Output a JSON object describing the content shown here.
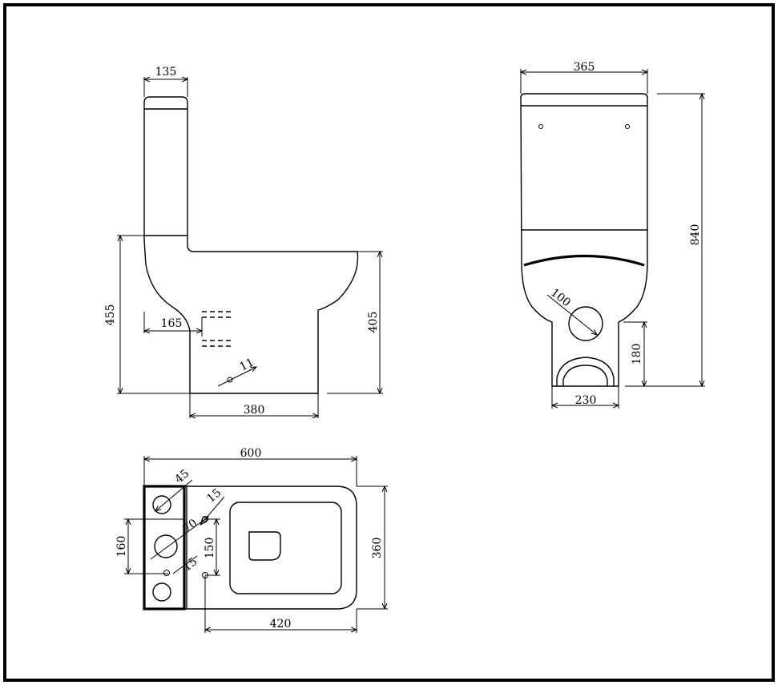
{
  "side_view": {
    "tank_width": "135",
    "total_height_left": "455",
    "outlet_offset": "165",
    "hole_size": "11",
    "base_width": "380",
    "outlet_height": "405"
  },
  "front_view": {
    "tank_width": "365",
    "total_height": "840",
    "outlet_diameter": "100",
    "foot_height": "180",
    "foot_width": "230"
  },
  "top_view": {
    "length": "600",
    "hole_spacing_top": "45",
    "hole_diameter_small": "15",
    "hole_diameter_large": "70",
    "left_spacing": "160",
    "fixing_spacing": "150",
    "bowl_width": "360",
    "bowl_length": "420",
    "lower_hole": "15"
  }
}
